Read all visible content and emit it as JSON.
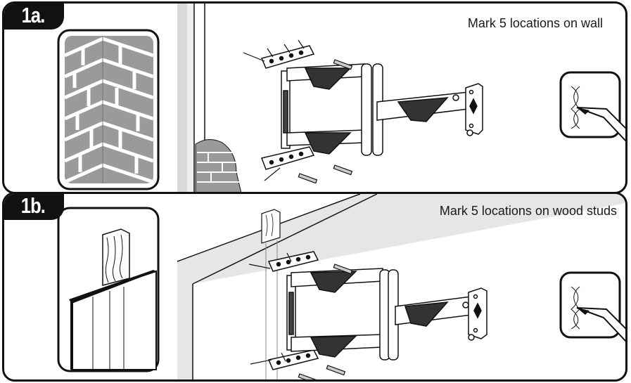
{
  "steps": [
    {
      "label": "1a.",
      "caption": "Mark 5 locations on wall",
      "wall_type": "brick-wall-icon"
    },
    {
      "label": "1b.",
      "caption": "Mark 5 locations on wood studs",
      "wall_type": "wood-stud-icon"
    }
  ],
  "colors": {
    "outline": "#111111",
    "brick": "#9a9a9a",
    "mortar": "#ffffff",
    "wall_shade": "#dcdcdc"
  }
}
